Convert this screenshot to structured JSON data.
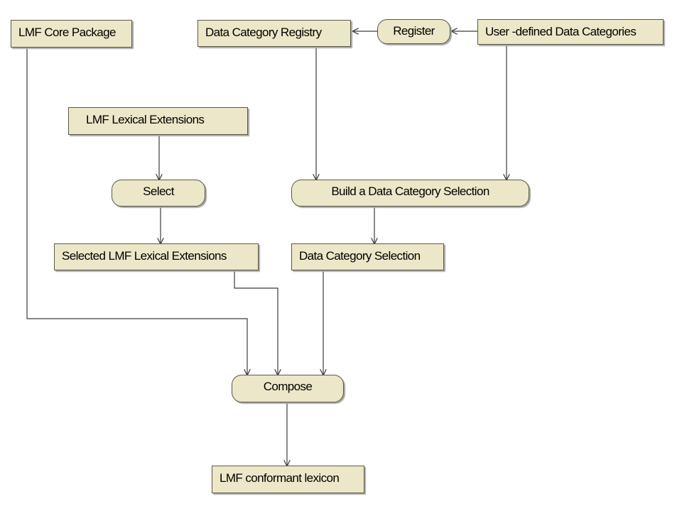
{
  "nodes": {
    "lmf_core_package": "LMF Core Package",
    "data_category_registry": "Data Category Registry",
    "register": "Register",
    "user_defined_data_categories": "User -defined Data Categories",
    "lmf_lexical_extensions": "LMF Lexical Extensions",
    "select": "Select",
    "build_data_category_selection": "Build a Data Category Selection",
    "selected_lmf_lexical_extensions": "Selected LMF Lexical Extensions",
    "data_category_selection": "Data Category Selection",
    "compose": "Compose",
    "lmf_conformant_lexicon": "LMF conformant lexicon"
  },
  "colors": {
    "node_fill": "#ebe7c8",
    "node_border": "#5a5a48",
    "edge": "#3c3c3c"
  }
}
